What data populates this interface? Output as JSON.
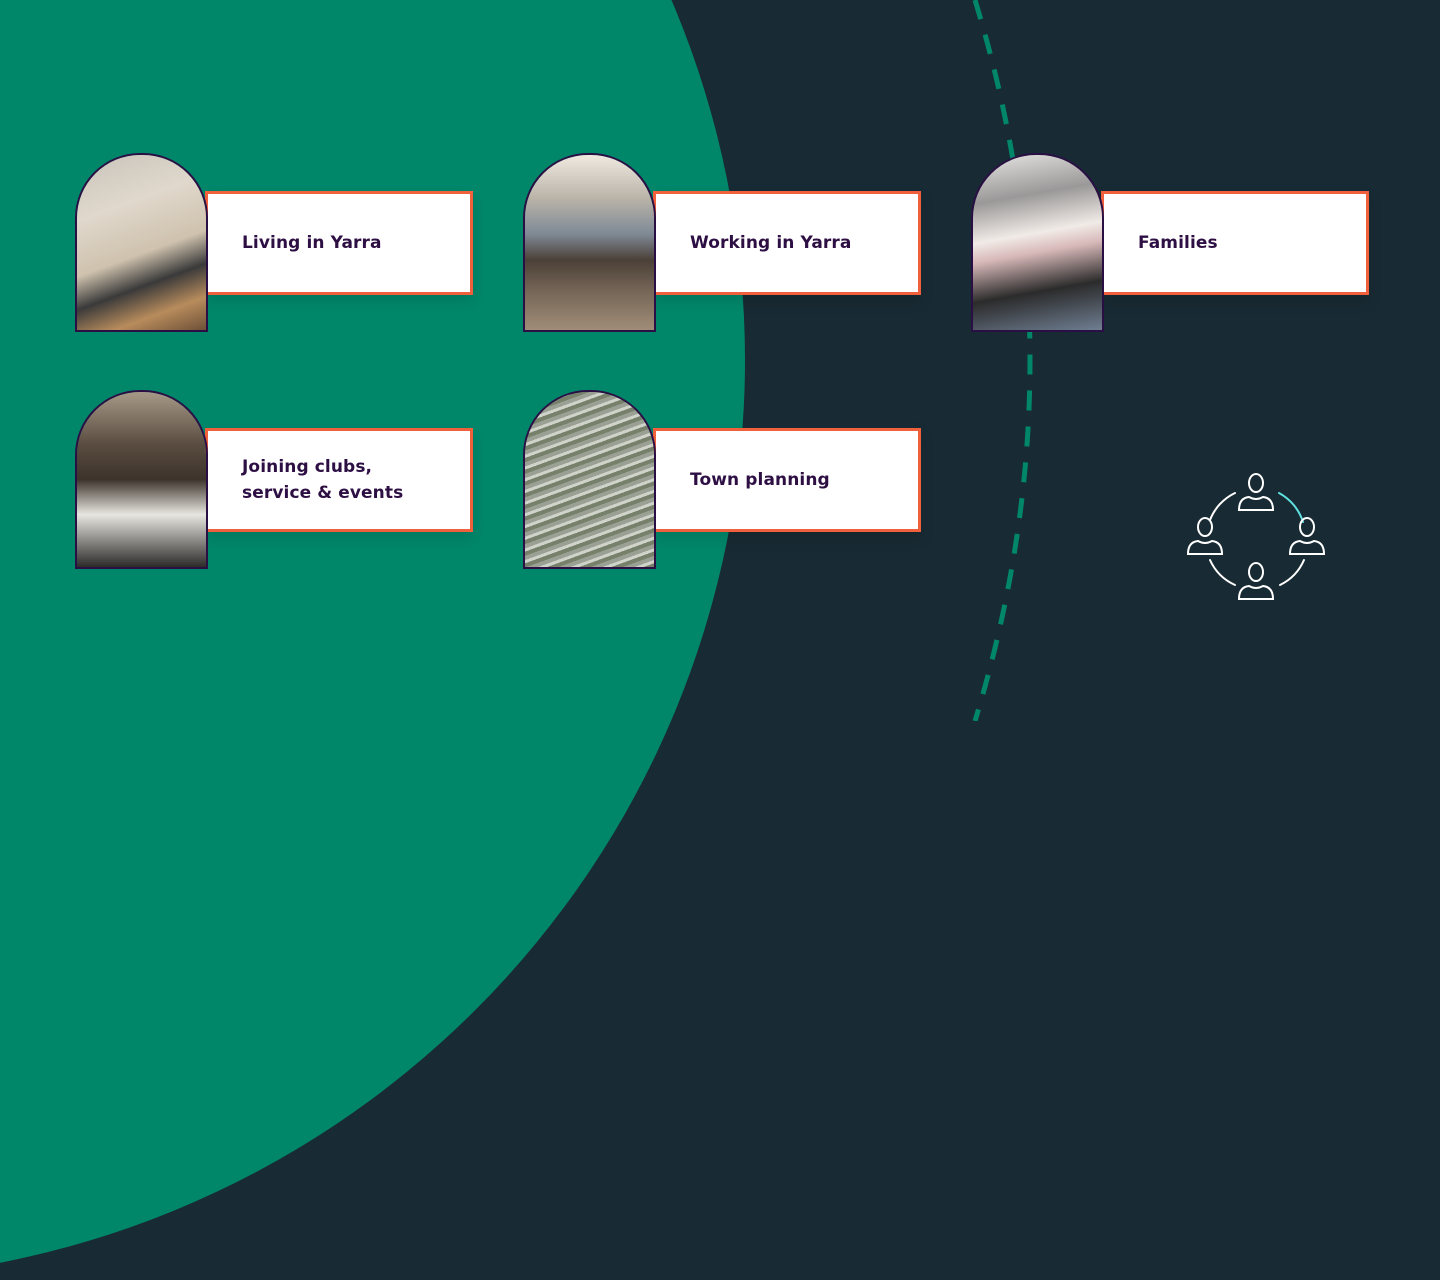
{
  "tiles": [
    {
      "label": "Living in Yarra",
      "photo": "woman-with-dogs-photo"
    },
    {
      "label": "Working in Yarra",
      "photo": "people-at-laptop-photo"
    },
    {
      "label": "Families",
      "photo": "family-hugging-photo"
    },
    {
      "label": "Joining clubs,\nservice & events",
      "photo": "concert-crowd-photo"
    },
    {
      "label": "Town planning",
      "photo": "aerial-suburb-photo"
    }
  ],
  "colors": {
    "green": "#00876a",
    "dark": "#182a33",
    "card_border": "#f0603d",
    "text": "#2d0f43",
    "arch_border": "#2a0f45",
    "icon_accent": "#5fe0e0"
  },
  "icon": "community-circle-icon"
}
